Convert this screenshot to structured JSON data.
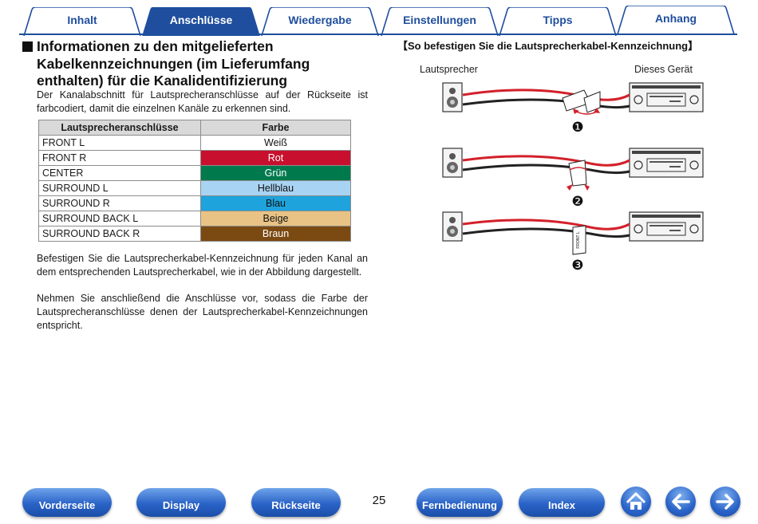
{
  "tabs": [
    {
      "label": "Inhalt",
      "active": false
    },
    {
      "label": "Anschlüsse",
      "active": true
    },
    {
      "label": "Wiedergabe",
      "active": false
    },
    {
      "label": "Einstellungen",
      "active": false
    },
    {
      "label": "Tipps",
      "active": false
    },
    {
      "label": "Anhang",
      "active": false
    }
  ],
  "section": {
    "title": "Informationen zu den mitgelieferten Kabelkennzeichnungen (im Lieferumfang enthalten) für die Kanalidentifizierung",
    "intro": "Der Kanalabschnitt für Lautsprecheranschlüsse auf der Rückseite ist farbcodiert, damit die einzelnen Kanäle zu erkennen sind."
  },
  "table": {
    "headers": [
      "Lautsprecheranschlüsse",
      "Farbe"
    ],
    "rows": [
      {
        "name": "FRONT L",
        "color": "Weiß",
        "bg": "#ffffff",
        "fg": "#111111"
      },
      {
        "name": "FRONT R",
        "color": "Rot",
        "bg": "#c8102e",
        "fg": "#ffffff"
      },
      {
        "name": "CENTER",
        "color": "Grün",
        "bg": "#007a4d",
        "fg": "#ffffff"
      },
      {
        "name": "SURROUND L",
        "color": "Hellblau",
        "bg": "#a9d3f2",
        "fg": "#111111"
      },
      {
        "name": "SURROUND R",
        "color": "Blau",
        "bg": "#1ea3dc",
        "fg": "#111111"
      },
      {
        "name": "SURROUND BACK L",
        "color": "Beige",
        "bg": "#e8c385",
        "fg": "#111111"
      },
      {
        "name": "SURROUND BACK R",
        "color": "Braun",
        "bg": "#7b4a12",
        "fg": "#ffffff"
      }
    ]
  },
  "paragraphs": [
    "Befestigen Sie die Lautsprecherkabel-Kennzeichnung für jeden Kanal an dem entsprechenden Lautsprecherkabel, wie in der Abbildung dargestellt.",
    "Nehmen Sie anschließend die Anschlüsse vor, sodass die Farbe der Lautsprecheranschlüsse denen der Lautsprecherkabel-Kennzeichnungen entspricht."
  ],
  "howto": {
    "title": "【So befestigen Sie die Lautsprecherkabel-Kennzeichnung】",
    "label_left": "Lautsprecher",
    "label_right": "Dieses Gerät",
    "steps": [
      "❶",
      "❷",
      "❸"
    ],
    "tag_text": "FRONT L"
  },
  "footer": {
    "buttons": [
      "Vorderseite",
      "Display",
      "Rückseite",
      "Fernbedienung",
      "Index"
    ],
    "page_number": "25",
    "icons": [
      "home-icon",
      "arrow-left-icon",
      "arrow-right-icon"
    ]
  },
  "colors": {
    "accent": "#1f4e9e",
    "tab_fill": "#ffffff",
    "tab_active_fill": "#1f4e9e",
    "cable_red": "#d3202a"
  }
}
